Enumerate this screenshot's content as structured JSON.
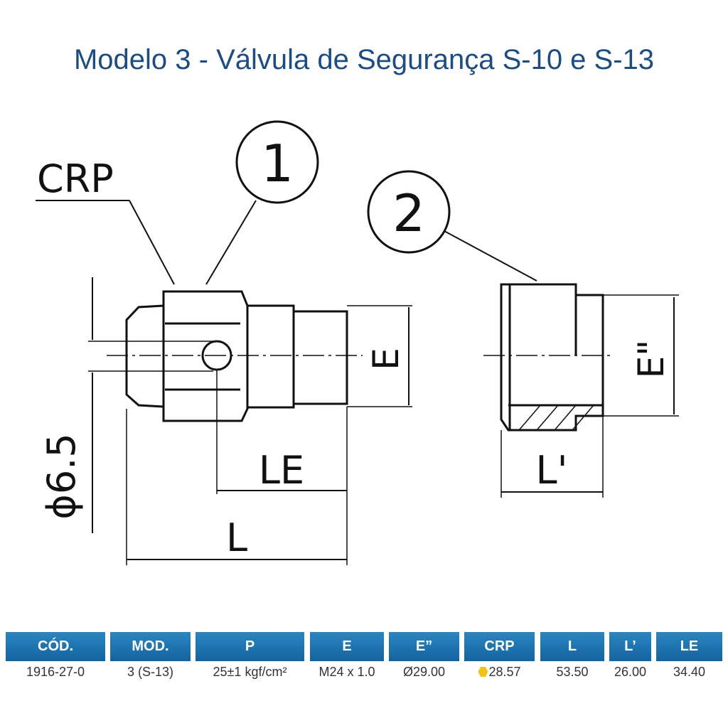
{
  "title": "Modelo 3 - Válvula de Segurança S-10 e S-13",
  "drawing": {
    "crp": "CRP",
    "callout1": "1",
    "callout2": "2",
    "e": "E",
    "e2": "E\"",
    "le": "LE",
    "l": "L",
    "l1": "L'",
    "phi": "ϕ6.5"
  },
  "table": {
    "headers": [
      "CÓD.",
      "MOD.",
      "P",
      "E",
      "E”",
      "CRP",
      "L",
      "L’",
      "LE"
    ],
    "row": [
      "1916-27-0",
      "3 (S-13)",
      "25±1 kgf/cm²",
      "M24 x 1.0",
      "Ø29.00",
      "28.57",
      "53.50",
      "26.00",
      "34.40"
    ]
  },
  "colors": {
    "title": "#1c4c80",
    "header": "#1a74b0",
    "hex": "#f3c21a"
  }
}
